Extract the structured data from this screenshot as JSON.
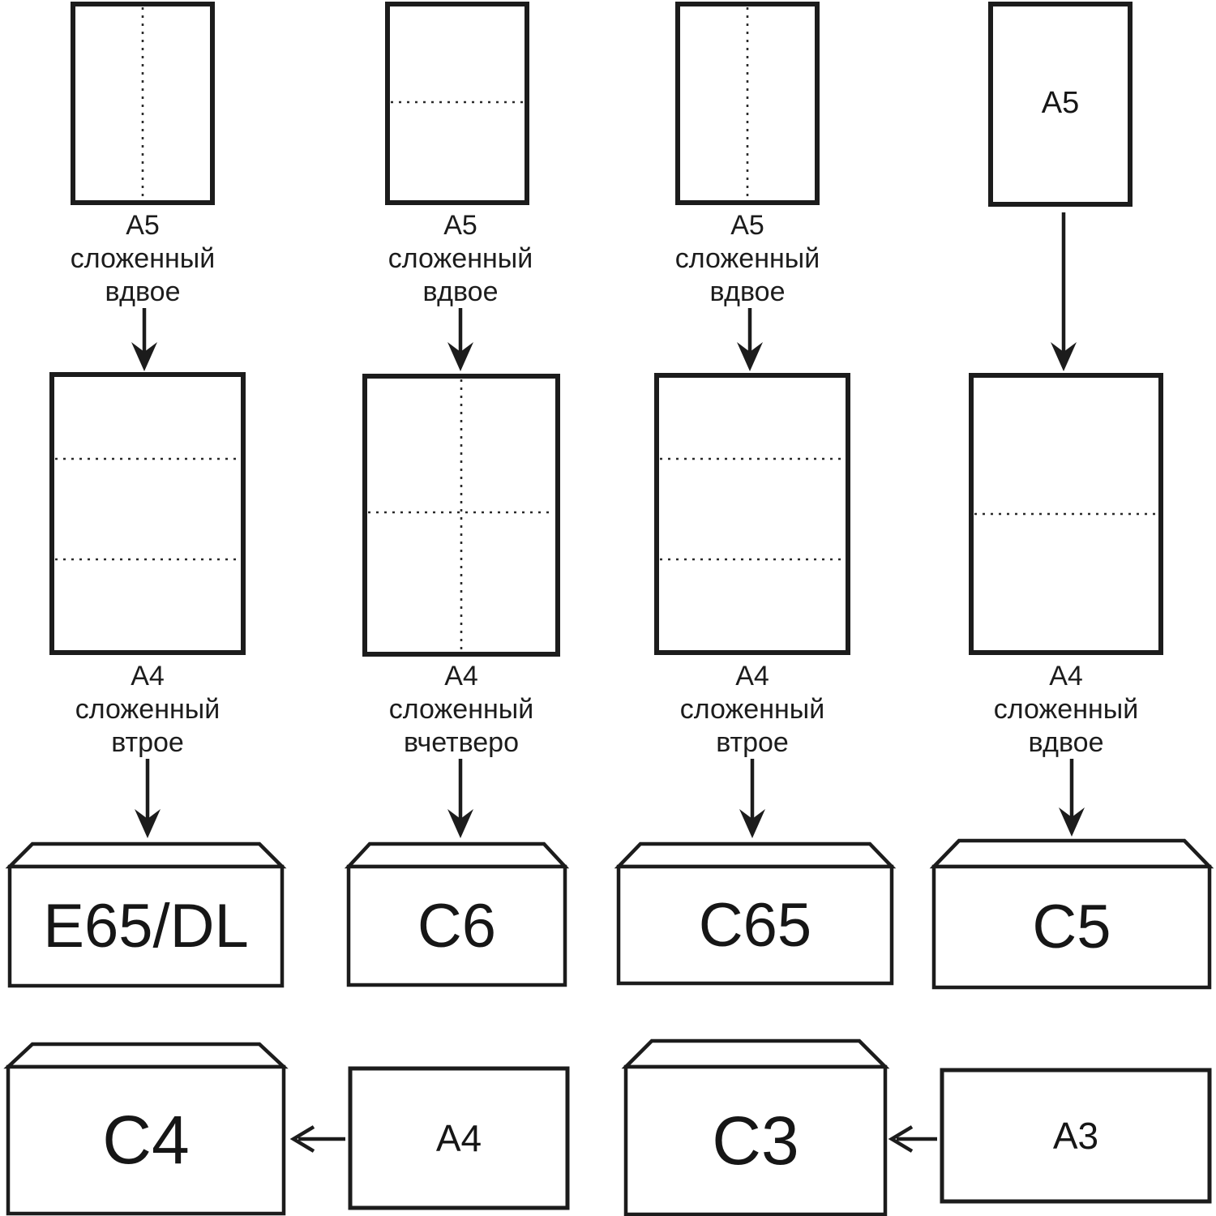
{
  "colors": {
    "ink": "#1c1c1c",
    "paper_fill": "#ffffff",
    "c5_body": "#f7a2a2",
    "c5_flap": "#f9b1ac"
  },
  "row1": {
    "papers": [
      {
        "label_lines": [
          "A5",
          "сложенный",
          "вдвое"
        ]
      },
      {
        "label_lines": [
          "A5",
          "сложенный",
          "вдвое"
        ]
      },
      {
        "label_lines": [
          "A5",
          "сложенный",
          "вдвое"
        ]
      },
      {
        "inside_label": "A5"
      }
    ]
  },
  "row2": {
    "papers": [
      {
        "label_lines": [
          "A4",
          "сложенный",
          "втрое"
        ]
      },
      {
        "label_lines": [
          "A4",
          "сложенный",
          "вчетверо"
        ]
      },
      {
        "label_lines": [
          "A4",
          "сложенный",
          "втрое"
        ]
      },
      {
        "label_lines": [
          "A4",
          "сложенный",
          "вдвое"
        ]
      }
    ]
  },
  "envelopes_row": {
    "items": [
      {
        "label": "E65/DL",
        "highlighted": false
      },
      {
        "label": "C6",
        "highlighted": false
      },
      {
        "label": "C65",
        "highlighted": false
      },
      {
        "label": "C5",
        "highlighted": true
      }
    ]
  },
  "bottom_row": {
    "c4": {
      "label": "C4"
    },
    "a4": {
      "label": "A4"
    },
    "c3": {
      "label": "C3"
    },
    "a3": {
      "label": "A3"
    }
  }
}
